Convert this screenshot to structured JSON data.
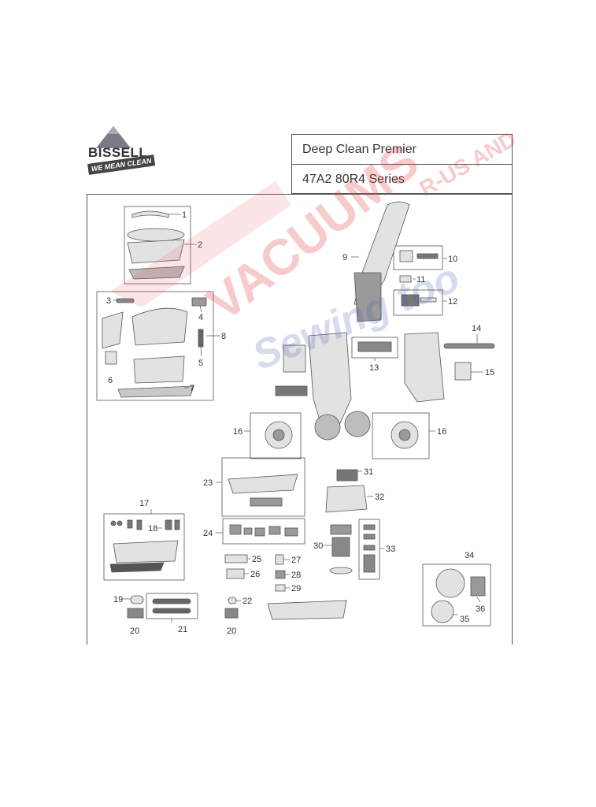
{
  "brand": {
    "name": "BISSELL",
    "tagline": "WE MEAN CLEAN"
  },
  "header": {
    "model_name": "Deep Clean Premier",
    "series": "47A2 80R4 Series"
  },
  "watermark": {
    "main": "VACUUMS",
    "top": "R-US AND",
    "script": "Sewing too"
  },
  "callouts": {
    "c1": "1",
    "c2": "2",
    "c3": "3",
    "c4": "4",
    "c5": "5",
    "c6": "6",
    "c7": "7",
    "c8": "8",
    "c9": "9",
    "c10": "10",
    "c11": "11",
    "c12": "12",
    "c13": "13",
    "c14": "14",
    "c15": "15",
    "c16a": "16",
    "c16b": "16",
    "c17": "17",
    "c18": "18",
    "c19": "19",
    "c20a": "20",
    "c20b": "20",
    "c21": "21",
    "c22": "22",
    "c23": "23",
    "c24": "24",
    "c25": "25",
    "c26": "26",
    "c27": "27",
    "c28": "28",
    "c29": "29",
    "c30": "30",
    "c31": "31",
    "c32": "32",
    "c33": "33",
    "c34": "34",
    "c35": "35",
    "c36": "36"
  },
  "colors": {
    "line": "#555555",
    "part_fill": "#e2e2e2",
    "part_dark": "#666666",
    "watermark_red": "#e6464b",
    "watermark_blue": "#4a5fb0"
  }
}
